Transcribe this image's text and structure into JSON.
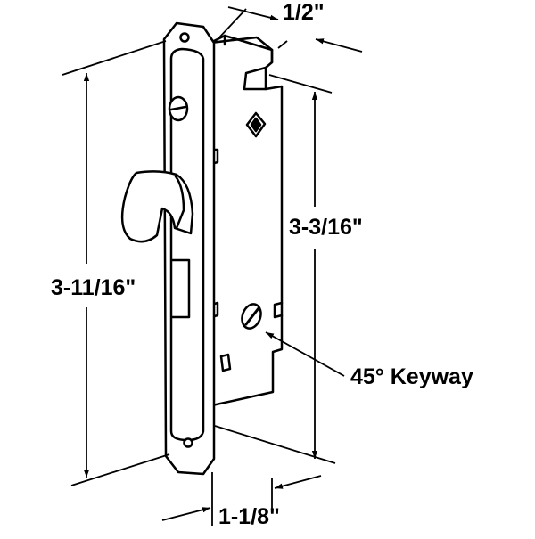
{
  "dimensions": {
    "top_width": "1/2\"",
    "inner_height": "3-3/16\"",
    "overall_height": "3-11/16\"",
    "faceplate_width": "1-1/8\""
  },
  "callouts": {
    "keyway": "45° Keyway"
  },
  "colors": {
    "line": "#000000",
    "fill": "#ffffff"
  }
}
